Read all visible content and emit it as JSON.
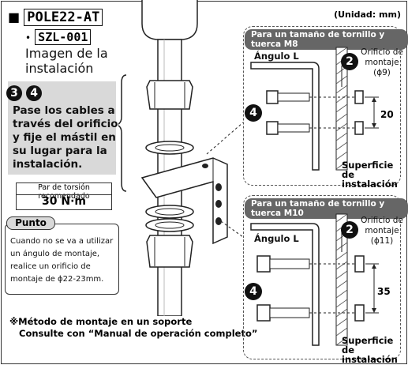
{
  "header": {
    "model_primary": "POLE22-AT",
    "model_secondary": "SZL-001",
    "bullet": "■",
    "dot": "•",
    "title_line1": "Imagen de la",
    "title_line2": "instalación",
    "unit": "(Unidad: mm)"
  },
  "step": {
    "num_a": "3",
    "num_b": "4",
    "lines": [
      "Pase los cables a",
      "través del orificio",
      "y fije el mástil en",
      "su lugar para la",
      "instalación."
    ]
  },
  "torque": {
    "label": "Par de torsión recomendado",
    "value": "30 N·m"
  },
  "punto": {
    "tab": "Punto",
    "lines": [
      "Cuando no se va a utilizar",
      "un ángulo de montaje,",
      "realice un orificio de",
      "montaje de ϕ22-23mm."
    ]
  },
  "footer_note": {
    "line1": "※Método de montaje en un soporte",
    "line2": "Consulte con “Manual de operación completo”"
  },
  "panel_m8": {
    "header": "Para un tamaño de tornillo y tuerca M8",
    "angle_label": "Ángulo L",
    "hole_num": "2",
    "hole_line1": "Orificio de",
    "hole_line2": "montaje",
    "hole_dia": "(ϕ9)",
    "bolt_num": "4",
    "spacing": "20",
    "surface_line1": "Superficie de",
    "surface_line2": "instalación"
  },
  "panel_m10": {
    "header": "Para un tamaño de tornillo y tuerca M10",
    "angle_label": "Ángulo L",
    "hole_num": "2",
    "hole_line1": "Orificio de",
    "hole_line2": "montaje",
    "hole_dia": "(ϕ11)",
    "bolt_num": "4",
    "spacing": "35",
    "surface_line1": "Superficie de",
    "surface_line2": "instalación"
  },
  "colors": {
    "gray_fill": "#d9d9d9",
    "header_bar": "#666666",
    "ink": "#111111"
  }
}
